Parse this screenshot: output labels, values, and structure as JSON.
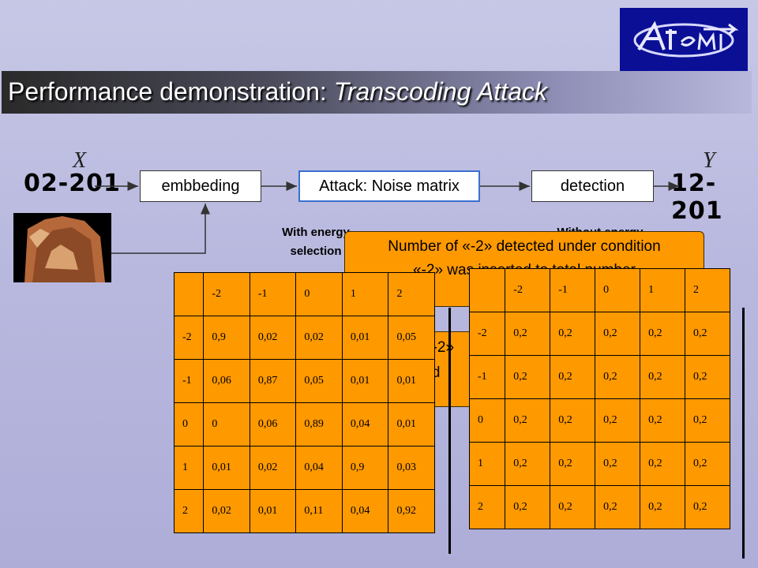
{
  "slide": {
    "title_plain": "Performance demonstration: ",
    "title_italic": "Transcoding Attack"
  },
  "pipeline": {
    "input_code": "02-201",
    "output_code": "12-201",
    "input_var": "X",
    "output_var": "Y",
    "embedding": "embbeding",
    "attack": "Attack: Noise matrix",
    "detection": "detection"
  },
  "labels": {
    "with_energy_1": "With energy",
    "with_energy_2": "selection",
    "without_energy": "Without energy"
  },
  "callouts": {
    "main": "Number of «-2» detected under condition «-2» was inserted to total number",
    "fragment_1": "«-2»",
    "fragment_2": "ted"
  },
  "table_left": {
    "header": [
      "",
      "-2",
      "-1",
      "0",
      "1",
      "2"
    ],
    "rows": [
      [
        "-2",
        "0,9",
        "0,02",
        "0,02",
        "0,01",
        "0,05"
      ],
      [
        "-1",
        "0,06",
        "0,87",
        "0,05",
        "0,01",
        "0,01"
      ],
      [
        "0",
        "0",
        "0,06",
        "0,89",
        "0,04",
        "0,01"
      ],
      [
        "1",
        "0,01",
        "0,02",
        "0,04",
        "0,9",
        "0,03"
      ],
      [
        "2",
        "0,02",
        "0,01",
        "0,11",
        "0,04",
        "0,92"
      ]
    ]
  },
  "table_right": {
    "header": [
      "",
      "-2",
      "-1",
      "0",
      "1",
      "2"
    ],
    "rows": [
      [
        "-2",
        "0,2",
        "0,2",
        "0,2",
        "0,2",
        "0,2"
      ],
      [
        "-1",
        "0,2",
        "0,2",
        "0,2",
        "0,2",
        "0,2"
      ],
      [
        "0",
        "0,2",
        "0,2",
        "0,2",
        "0,2",
        "0,2"
      ],
      [
        "1",
        "0,2",
        "0,2",
        "0,2",
        "0,2",
        "0,2"
      ],
      [
        "2",
        "0,2",
        "0,2",
        "0,2",
        "0,2",
        "0,2"
      ]
    ]
  }
}
